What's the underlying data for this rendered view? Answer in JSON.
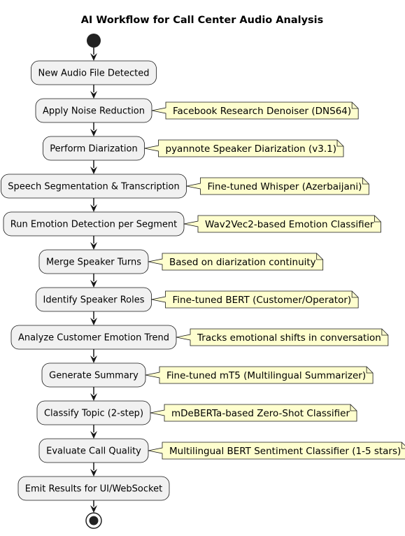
{
  "title": "AI Workflow for Call Center Audio Analysis",
  "colors": {
    "node_fill": "#f1f1f1",
    "node_stroke": "#181818",
    "note_fill": "#fefece",
    "note_stroke": "#181818",
    "arrow": "#181818"
  },
  "steps": [
    {
      "label": "New Audio File Detected",
      "note": ""
    },
    {
      "label": "Apply Noise Reduction",
      "note": "Facebook Research Denoiser (DNS64)"
    },
    {
      "label": "Perform Diarization",
      "note": "pyannote Speaker Diarization (v3.1)"
    },
    {
      "label": "Speech Segmentation & Transcription",
      "note": "Fine-tuned Whisper (Azerbaijani)"
    },
    {
      "label": "Run Emotion Detection per Segment",
      "note": "Wav2Vec2-based Emotion Classifier"
    },
    {
      "label": "Merge Speaker Turns",
      "note": "Based on diarization continuity"
    },
    {
      "label": "Identify Speaker Roles",
      "note": "Fine-tuned BERT (Customer/Operator)"
    },
    {
      "label": "Analyze Customer Emotion Trend",
      "note": "Tracks emotional shifts in conversation"
    },
    {
      "label": "Generate Summary",
      "note": "Fine-tuned mT5 (Multilingual Summarizer)"
    },
    {
      "label": "Classify Topic (2-step)",
      "note": "mDeBERTa-based Zero-Shot Classifier"
    },
    {
      "label": "Evaluate Call Quality",
      "note": "Multilingual BERT Sentiment Classifier (1-5 stars)"
    },
    {
      "label": "Emit Results for UI/WebSocket",
      "note": ""
    }
  ]
}
